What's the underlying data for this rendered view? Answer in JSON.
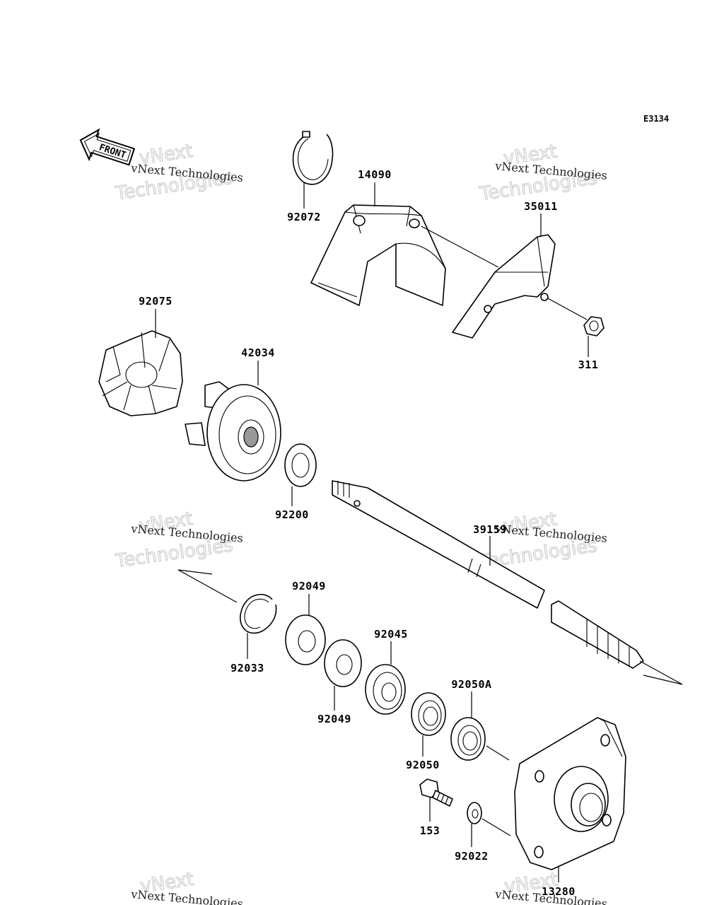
{
  "diagram_code": "E3134",
  "front_label": "FRONT",
  "watermark": {
    "line1": "vNext Technologies",
    "line2": "vNext",
    "line3": "Technologies"
  },
  "parts": [
    {
      "id": "p14090",
      "label": "14090"
    },
    {
      "id": "p92072",
      "label": "92072"
    },
    {
      "id": "p35011",
      "label": "35011"
    },
    {
      "id": "p311",
      "label": "311"
    },
    {
      "id": "p92075",
      "label": "92075"
    },
    {
      "id": "p42034",
      "label": "42034"
    },
    {
      "id": "p92200",
      "label": "92200"
    },
    {
      "id": "p39159",
      "label": "39159"
    },
    {
      "id": "p92049a",
      "label": "92049"
    },
    {
      "id": "p92033",
      "label": "92033"
    },
    {
      "id": "p92045",
      "label": "92045"
    },
    {
      "id": "p92049b",
      "label": "92049"
    },
    {
      "id": "p92050A",
      "label": "92050A"
    },
    {
      "id": "p92050",
      "label": "92050"
    },
    {
      "id": "p153",
      "label": "153"
    },
    {
      "id": "p92022",
      "label": "92022"
    },
    {
      "id": "p13280",
      "label": "13280"
    }
  ]
}
